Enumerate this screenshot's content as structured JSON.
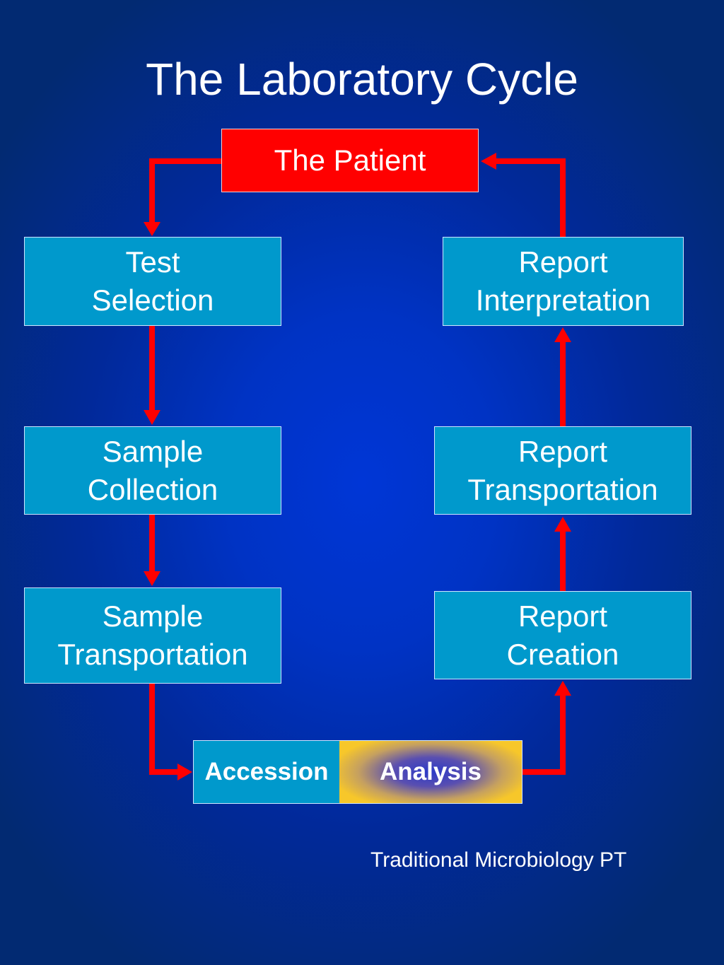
{
  "title": "The Laboratory Cycle",
  "patient": "The Patient",
  "left_column": [
    {
      "line1": "Test",
      "line2": "Selection"
    },
    {
      "line1": "Sample",
      "line2": "Collection"
    },
    {
      "line1": "Sample",
      "line2": "Transportation"
    }
  ],
  "right_column": [
    {
      "line1": "Report",
      "line2": "Interpretation"
    },
    {
      "line1": "Report",
      "line2": "Transportation"
    },
    {
      "line1": "Report",
      "line2": "Creation"
    }
  ],
  "accession": "Accession",
  "analysis": "Analysis",
  "caption": "Traditional Microbiology PT",
  "colors": {
    "background": "#0033c4",
    "box": "#0099cc",
    "patient_box": "#ff0000",
    "arrow": "#ff0000",
    "analysis_edge": "#f7c72a"
  }
}
